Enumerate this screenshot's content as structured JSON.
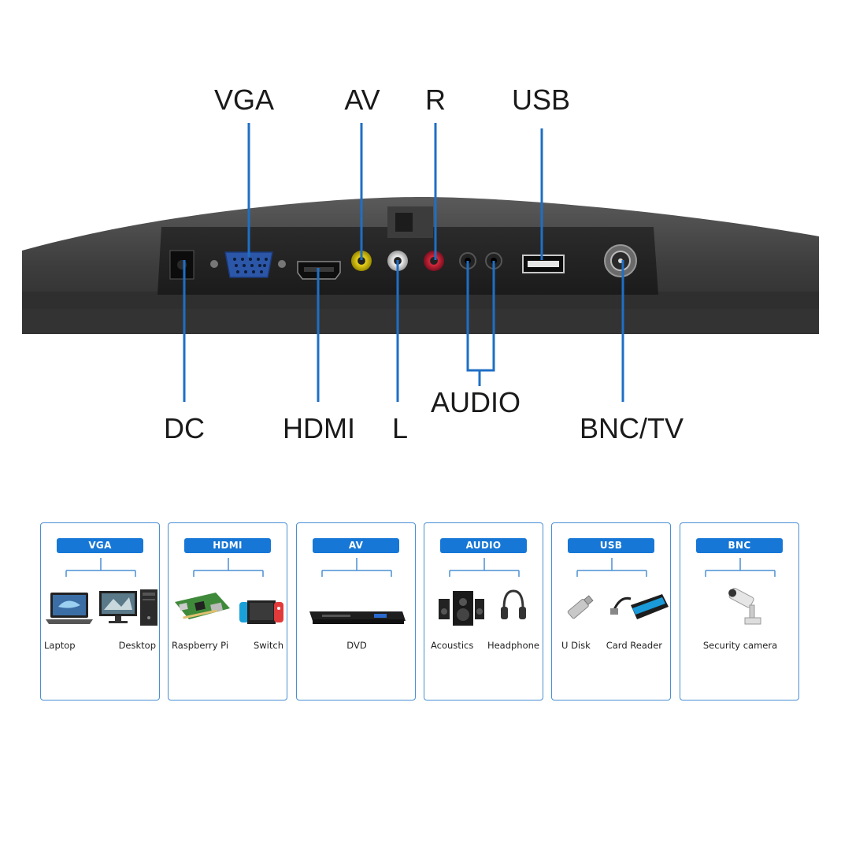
{
  "ports_top": {
    "vga": "VGA",
    "av": "AV",
    "r": "R",
    "usb": "USB"
  },
  "ports_bottom": {
    "dc": "DC",
    "hdmi": "HDMI",
    "l": "L",
    "audio": "AUDIO",
    "bnc_tv": "BNC/TV"
  },
  "cards": [
    {
      "title": "VGA",
      "devices": [
        {
          "label": "Laptop",
          "icon": "laptop-icon"
        },
        {
          "label": "Desktop",
          "icon": "desktop-icon"
        }
      ]
    },
    {
      "title": "HDMI",
      "devices": [
        {
          "label": "Raspberry Pi",
          "icon": "raspberry-pi-icon"
        },
        {
          "label": "Switch",
          "icon": "game-console-icon"
        }
      ]
    },
    {
      "title": "AV",
      "devices": [
        {
          "label": "DVD",
          "icon": "dvd-player-icon"
        }
      ]
    },
    {
      "title": "AUDIO",
      "devices": [
        {
          "label": "Acoustics",
          "icon": "speakers-icon"
        },
        {
          "label": "Headphone",
          "icon": "headphone-icon"
        }
      ]
    },
    {
      "title": "USB",
      "devices": [
        {
          "label": "U Disk",
          "icon": "usb-drive-icon"
        },
        {
          "label": "Card Reader",
          "icon": "card-reader-icon"
        }
      ]
    },
    {
      "title": "BNC",
      "devices": [
        {
          "label": "Security camera",
          "icon": "security-camera-icon"
        }
      ]
    }
  ],
  "colors": {
    "accent": "#1677d6",
    "card_border": "#4a8fd4",
    "leader_line": "#1f6fc5",
    "panel_body": "#3a3a3a"
  }
}
